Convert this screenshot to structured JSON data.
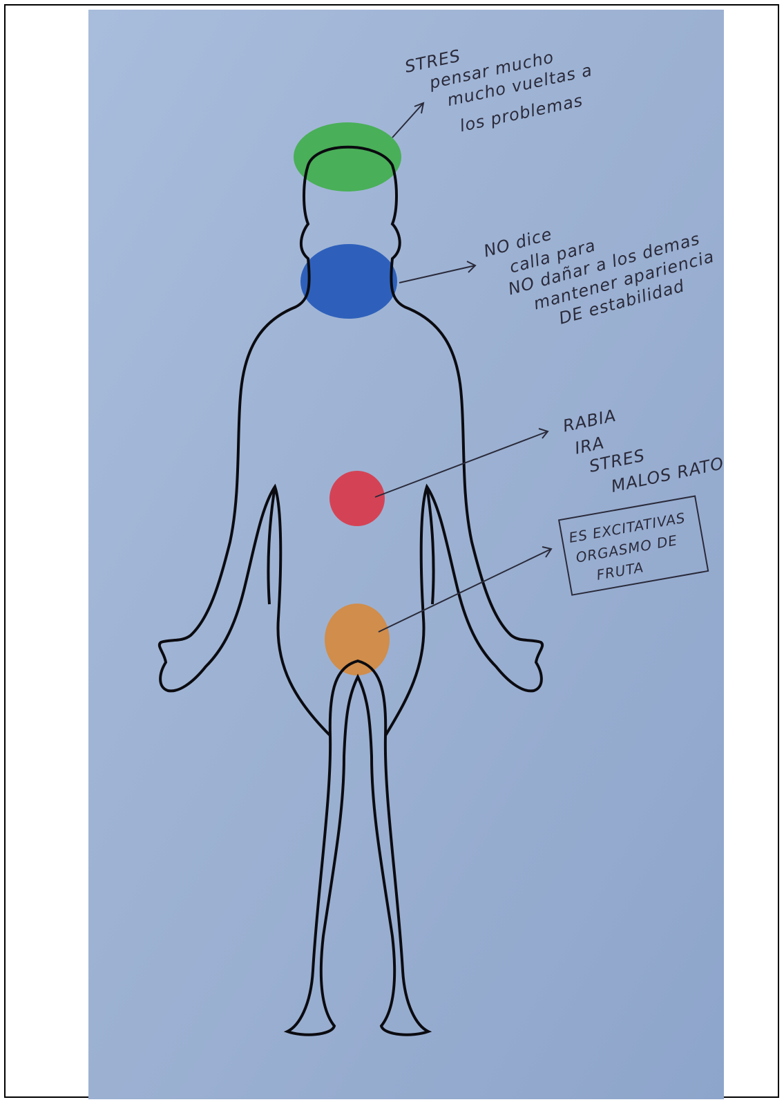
{
  "caption": "",
  "palette": {
    "paper": "#9fb3d3",
    "outline": "#0b0b10",
    "head_zone": "#3fae4a",
    "throat_zone": "#2459b8",
    "stomach_zone": "#d93a4a",
    "pelvis_zone": "#d58a3f",
    "ink": "#2a2a3a"
  },
  "annotations": {
    "head": [
      "STRES",
      "pensar mucho",
      "mucho vueltas a",
      "los problemas"
    ],
    "throat": [
      "NO dice",
      "calla para",
      "NO dañar a los demas",
      "mantener apariencia",
      "DE estabilidad"
    ],
    "stomach": [
      "RABIA",
      "IRA",
      "STRES",
      "MALOS RATOS"
    ],
    "pelvis": [
      "ES EXCITATIVAS",
      "ORGASMO DE",
      "FRUTA"
    ]
  }
}
